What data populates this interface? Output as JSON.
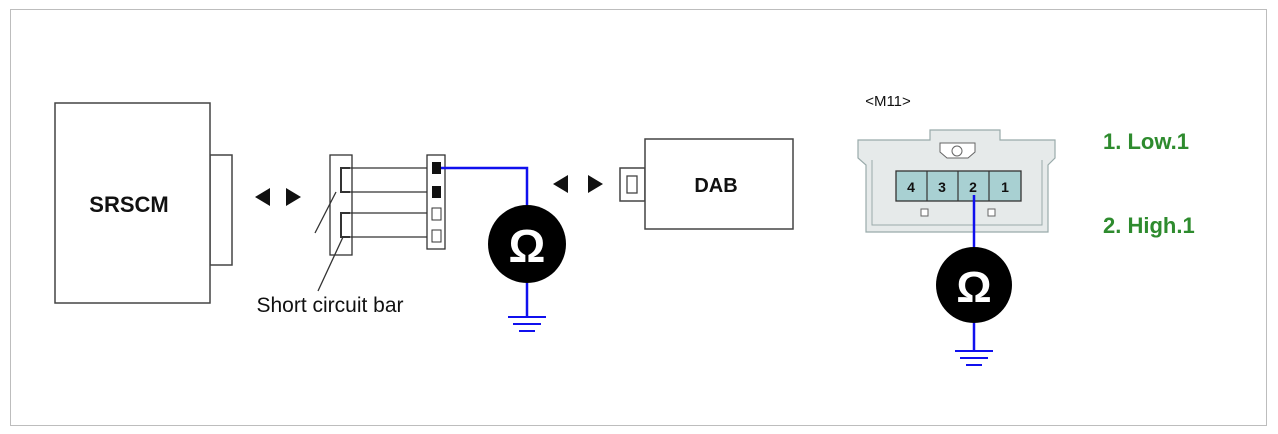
{
  "labels": {
    "srscm": "SRSCM",
    "dab": "DAB",
    "short_circuit_bar": "Short circuit bar",
    "connector": "<M11>",
    "ohm_symbol": "Ω"
  },
  "connector_pins": [
    "4",
    "3",
    "2",
    "1"
  ],
  "pin_legend": [
    "1. Low.1",
    "2. High.1"
  ],
  "colors": {
    "wire": "#1010ee",
    "legend_text": "#2e8b2e",
    "connector_fill": "#e6eaea",
    "pin_fill": "#a8d0d2",
    "outline": "#333333"
  }
}
